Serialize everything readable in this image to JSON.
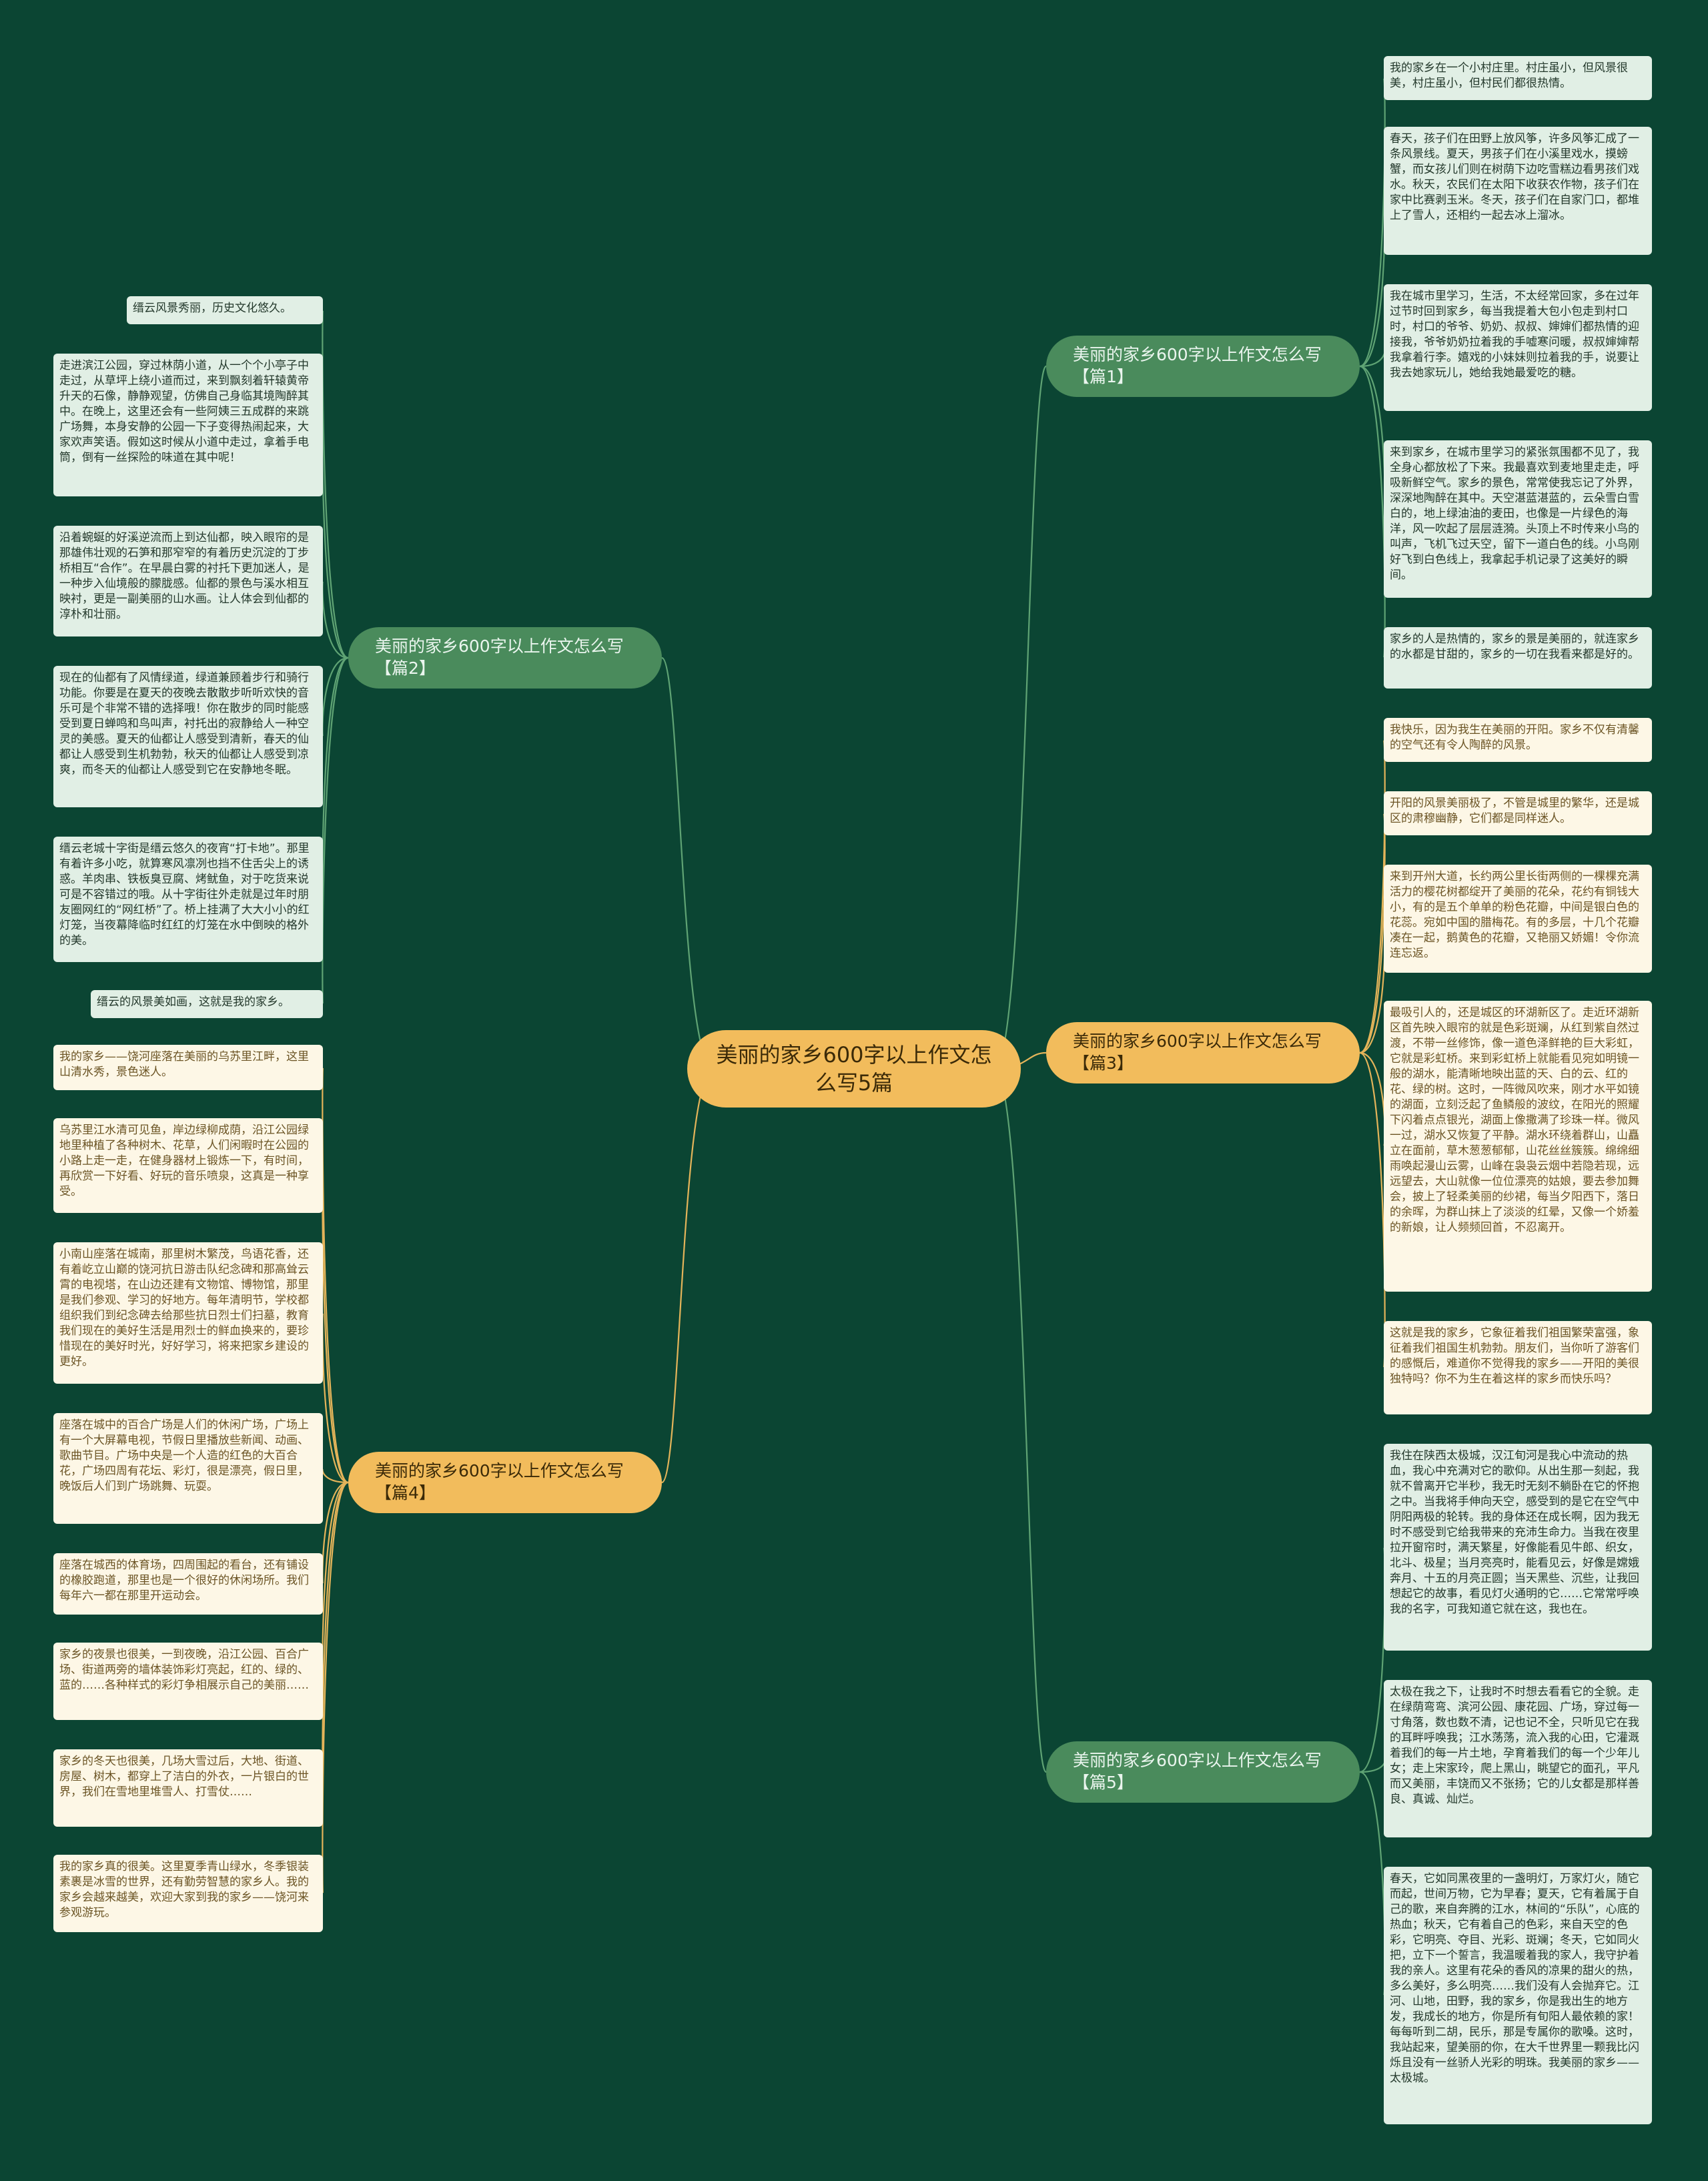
{
  "center": {
    "title": "美丽的家乡600字以上作文怎么写5篇"
  },
  "theme": {
    "background": "#0b4533",
    "green_branch": "#4a8b5c",
    "gold_branch": "#f2bc5c",
    "green_leaf": "#e1efe5",
    "cream_leaf": "#fdf7e6"
  },
  "branches": [
    {
      "label": "美丽的家乡600字以上作文怎么写【篇1】",
      "leaves": [
        "我的家乡在一个小村庄里。村庄虽小，但风景很美，村庄虽小，但村民们都很热情。",
        "春天，孩子们在田野上放风筝，许多风筝汇成了一条风景线。夏天，男孩子们在小溪里戏水，摸螃蟹，而女孩儿们则在树荫下边吃雪糕边看男孩们戏水。秋天，农民们在太阳下收获农作物，孩子们在家中比赛剥玉米。冬天，孩子们在自家门口，都堆上了雪人，还相约一起去冰上溜冰。",
        "我在城市里学习，生活，不太经常回家，多在过年过节时回到家乡，每当我提着大包小包走到村口时，村口的爷爷、奶奶、叔叔、婶婶们都热情的迎接我，爷爷奶奶拉着我的手嘘寒问暖，叔叔婶婶帮我拿着行李。嬉戏的小妹妹则拉着我的手，说要让我去她家玩儿，她给我她最爱吃的糖。",
        "来到家乡，在城市里学习的紧张氛围都不见了，我全身心都放松了下来。我最喜欢到麦地里走走，呼吸新鲜空气。家乡的景色，常常使我忘记了外界，深深地陶醉在其中。天空湛蓝湛蓝的，云朵雪白雪白的，地上绿油油的麦田，也像是一片绿色的海洋，风一吹起了层层涟漪。头顶上不时传来小鸟的叫声，飞机飞过天空，留下一道白色的线。小鸟刚好飞到白色线上，我拿起手机记录了这美好的瞬间。",
        "家乡的人是热情的，家乡的景是美丽的，就连家乡的水都是甘甜的，家乡的一切在我看来都是好的。"
      ]
    },
    {
      "label": "美丽的家乡600字以上作文怎么写【篇2】",
      "leaves": [
        "缙云风景秀丽，历史文化悠久。",
        "走进滨江公园，穿过林荫小道，从一个个小亭子中走过，从草坪上绕小道而过，来到飘刻着轩辕黄帝升天的石像，静静观望，仿佛自己身临其境陶醉其中。在晚上，这里还会有一些阿姨三五成群的来跳广场舞，本身安静的公园一下子变得热闹起来，大家欢声笑语。假如这时候从小道中走过，拿着手电筒，倒有一丝探险的味道在其中呢！",
        "沿着蜿蜒的好溪逆流而上到达仙都，映入眼帘的是那雄伟壮观的石笋和那窄窄的有着历史沉淀的丁步桥相互“合作”。在早晨白雾的衬托下更加迷人，是一种步入仙境般的朦胧感。仙都的景色与溪水相互映衬，更是一副美丽的山水画。让人体会到仙都的淳朴和壮丽。",
        "现在的仙都有了风情绿道，绿道兼顾着步行和骑行功能。你要是在夏天的夜晚去散散步听听欢快的音乐可是个非常不错的选择哦！你在散步的同时能感受到夏日蝉鸣和鸟叫声，衬托出的寂静给人一种空灵的美感。夏天的仙都让人感受到清新，春天的仙都让人感受到生机勃勃，秋天的仙都让人感受到凉爽，而冬天的仙都让人感受到它在安静地冬眠。",
        "缙云老城十字街是缙云悠久的夜宵“打卡地”。那里有着许多小吃，就算寒风凛冽也挡不住舌尖上的诱惑。羊肉串、铁板臭豆腐、烤鱿鱼，对于吃货来说可是不容错过的哦。从十字街往外走就是过年时朋友圈网红的“网红桥”了。桥上挂满了大大小小的红灯笼，当夜幕降临时红红的灯笼在水中倒映的格外的美。",
        "缙云的风景美如画，这就是我的家乡。"
      ]
    },
    {
      "label": "美丽的家乡600字以上作文怎么写【篇3】",
      "leaves": [
        "我快乐，因为我生在美丽的开阳。家乡不仅有清馨的空气还有令人陶醉的风景。",
        "开阳的风景美丽极了，不管是城里的繁华，还是城区的肃穆幽静，它们都是同样迷人。",
        "来到开州大道，长约两公里长街两侧的一棵棵充满活力的樱花树都绽开了美丽的花朵，花约有铜钱大小，有的是五个单单的粉色花瓣，中间是银白色的花蕊。宛如中国的腊梅花。有的多层，十几个花瓣凑在一起，鹅黄色的花瓣，又艳丽又娇媚！令你流连忘返。",
        "最吸引人的，还是城区的环湖新区了。走近环湖新区首先映入眼帘的就是色彩斑斓，从红到紫自然过渡，不带一丝修饰，像一道色泽鲜艳的巨大彩虹，它就是彩虹桥。来到彩虹桥上就能看见宛如明镜一般的湖水，能清晰地映出蓝的天、白的云、红的花、绿的树。这时，一阵微风吹来，刚才水平如镜的湖面，立刻泛起了鱼鳞般的波纹，在阳光的照耀下闪着点点银光，湖面上像撒满了珍珠一样。微风一过，湖水又恢复了平静。湖水环绕着群山，山矗立在面前，草木葱葱郁郁，山花丝丝簇簇。绵绵细雨唤起漫山云雾，山峰在袅袅云烟中若隐若现，远远望去，大山就像一位位漂亮的姑娘，要去参加舞会，披上了轻柔美丽的纱裙，每当夕阳西下，落日的余晖，为群山抹上了淡淡的红晕，又像一个娇羞的新娘，让人频频回首，不忍离开。",
        "这就是我的家乡，它象征着我们祖国繁荣富强，象征着我们祖国生机勃勃。朋友们，当你听了游客们的感慨后，难道你不觉得我的家乡——开阳的美很独特吗？你不为生在着这样的家乡而快乐吗？"
      ]
    },
    {
      "label": "美丽的家乡600字以上作文怎么写【篇4】",
      "leaves": [
        "我的家乡——饶河座落在美丽的乌苏里江畔，这里山清水秀，景色迷人。",
        "乌苏里江水清可见鱼，岸边绿柳成荫，沿江公园绿地里种植了各种树木、花草，人们闲暇时在公园的小路上走一走，在健身器材上锻炼一下，有时间，再欣赏一下好看、好玩的音乐喷泉，这真是一种享受。",
        "小南山座落在城南，那里树木繁茂，鸟语花香，还有着屹立山巅的饶河抗日游击队纪念碑和那高耸云霄的电视塔，在山边还建有文物馆、博物馆，那里是我们参观、学习的好地方。每年清明节，学校都组织我们到纪念碑去给那些抗日烈士们扫墓，教育我们现在的美好生活是用烈士的鲜血换来的，要珍惜现在的美好时光，好好学习，将来把家乡建设的更好。",
        "座落在城中的百合广场是人们的休闲广场，广场上有一个大屏幕电视，节假日里播放些新闻、动画、歌曲节目。广场中央是一个人造的红色的大百合花，广场四周有花坛、彩灯，很是漂亮，假日里，晚饭后人们到广场跳舞、玩耍。",
        "座落在城西的体育场，四周围起的看台，还有铺设的橡胶跑道，那里也是一个很好的休闲场所。我们每年六一都在那里开运动会。",
        "家乡的夜景也很美，一到夜晚，沿江公园、百合广场、街道两旁的墙体装饰彩灯亮起，红的、绿的、蓝的……各种样式的彩灯争相展示自己的美丽……",
        "家乡的冬天也很美，几场大雪过后，大地、街道、房屋、树木，都穿上了洁白的外衣，一片银白的世界，我们在雪地里堆雪人、打雪仗……",
        "我的家乡真的很美。这里夏季青山绿水，冬季银装素裹是冰雪的世界，还有勤劳智慧的家乡人。我的家乡会越来越美，欢迎大家到我的家乡——饶河来参观游玩。"
      ]
    },
    {
      "label": "美丽的家乡600字以上作文怎么写【篇5】",
      "leaves": [
        "我住在陕西太极城，汉江旬河是我心中流动的热血，我心中充满对它的歌仰。从出生那一刻起，我就不曾离开它半秒，我无时无刻不躺卧在它的怀抱之中。当我将手伸向天空，感受到的是它在空气中阴阳两极的轮转。我的身体还在成长啊，因为我无时不感受到它给我带来的充沛生命力。当我在夜里拉开窗帘时，满天繁星，好像能看见牛郎、织女，北斗、极星；当月亮亮时，能看见云，好像是嫦娥奔月、十五的月亮正圆；当天黑些、沉些，让我回想起它的故事，看见灯火通明的它……它常常呼唤我的名字，可我知道它就在这，我也在。",
        "太极在我之下，让我时不时想去看看它的全貌。走在绿荫弯弯、滨河公园、康花园、广场，穿过每一寸角落，数也数不清，记也记不全，只听见它在我的耳畔呼唤我；江水荡荡，流入我的心田，它灌溉着我们的每一片土地，孕育着我们的每一个少年儿女；走上宋家玲，爬上黑山，眺望它的面孔，平凡而又美丽，丰饶而又不张扬；它的儿女都是那样善良、真诚、灿烂。",
        "春天，它如同黑夜里的一盏明灯，万家灯火，随它而起，世间万物，它为早春；夏天，它有着属于自己的歌，来自奔腾的江水，林间的“乐队”，心底的热血；秋天，它有着自己的色彩，来自天空的色彩，它明亮、夺目、光彩、斑斓；冬天，它如同火把，立下一个誓言，我温暖着我的家人，我守护着我的亲人。这里有花朵的香风的凉果的甜火的热，多么美好，多么明亮……我们没有人会抛弃它。江河、山地，田野，我的家乡，你是我出生的地方发，我成长的地方，你是所有旬阳人最依赖的家！每每听到二胡，民乐，那是专属你的歌嗓。这时，我站起来，望美丽的你，在大千世界里一颗我比闪烁且没有一丝骄人光彩的明珠。我美丽的家乡——太极城。"
      ]
    }
  ]
}
